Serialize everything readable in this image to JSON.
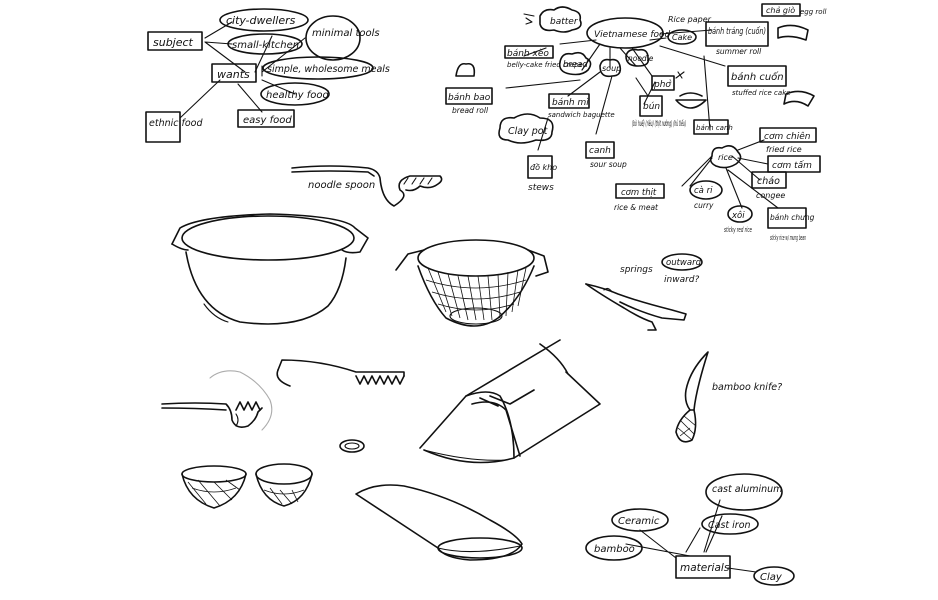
{
  "concept_map": {
    "subject": "subject",
    "city_dwellers": "city-dwellers",
    "small_kitchen": "small-kitchen",
    "minimal_tools": "minimal tools",
    "wants": "wants",
    "simple_meals": "simple, wholesome meals",
    "healthy_food": "healthy food",
    "ethnic_food": "ethnic food",
    "easy_food": "easy food"
  },
  "food_map": {
    "center": "Vietnamese food",
    "batter": "batter",
    "banh_xeo": "bánh xèo",
    "banh_xeo_en": "belly-cake fried crepe",
    "bread": "bread",
    "banh_bao": "bánh bao",
    "banh_bao_en": "bread roll",
    "banh_mi": "bánh mì",
    "banh_mi_en": "sandwich baguette",
    "soup": "soup",
    "noodle": "noodle",
    "pho": "phở",
    "bun": "bún",
    "bun_detail": "(bò huế) (riêu) (thịt nướng) (hủ tiếu)",
    "banh_canh": "bánh canh",
    "clay_pot": "Clay pot",
    "kho": "đồ kho",
    "stews": "stews",
    "canh": "canh",
    "canh_en": "sour soup",
    "rice_paper": "Rice paper",
    "cake": "Cake",
    "banh_trang": "bánh tráng (cuốn)",
    "summer_roll": "summer roll",
    "cha_gio": "chả giò",
    "egg_roll": "egg roll",
    "banh_cuon": "bánh cuốn",
    "banh_cuon_en": "stuffed rice cake",
    "rice": "rice",
    "com_chien": "cơm chiên",
    "fried_rice": "fried rice",
    "com_tam": "cơm tấm",
    "chao": "cháo",
    "congee": "congee",
    "com_thit": "cơm thịt",
    "rice_meat": "rice & meat",
    "ca_ri": "cà ri",
    "curry": "curry",
    "xoi": "xôi",
    "xoi_en": "sticky red rice",
    "banh_chung": "bánh chưng",
    "banh_chung_en": "sticky rice w/ mung bean"
  },
  "sketch_notes": {
    "noodle_spoon": "noodle spoon",
    "springs": "springs",
    "outward": "outward",
    "inward": "inward?",
    "bamboo_knife": "bamboo knife?"
  },
  "materials_map": {
    "materials": "materials",
    "ceramic": "Ceramic",
    "cast_aluminum": "cast aluminum",
    "cast_iron": "Cast iron",
    "bamboo": "bamboo",
    "clay": "Clay"
  }
}
